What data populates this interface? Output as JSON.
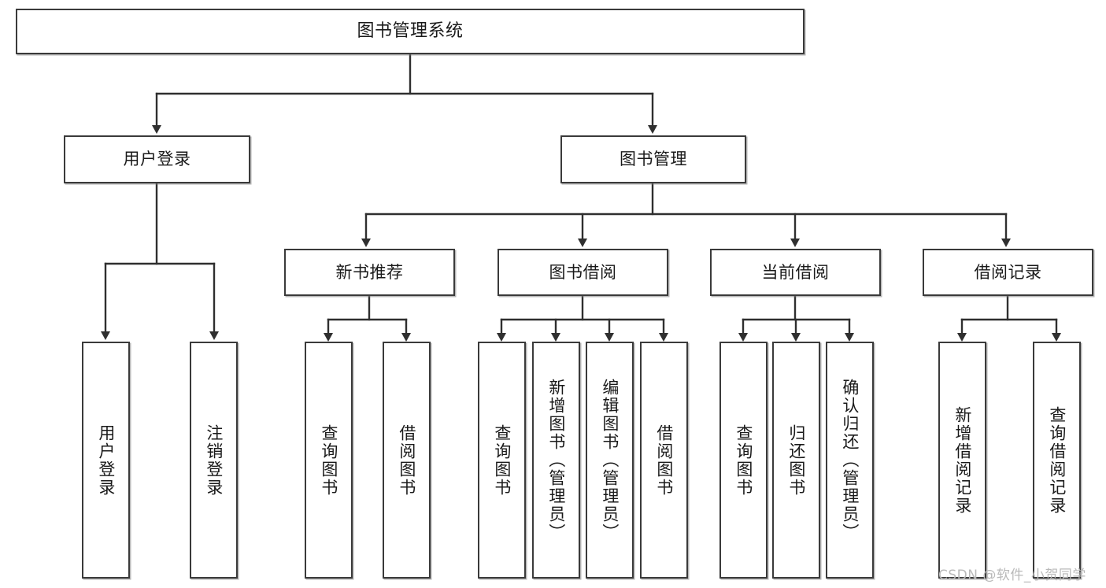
{
  "diagram": {
    "type": "tree",
    "title": "图书管理系统",
    "root": {
      "id": "root",
      "label": "图书管理系统"
    },
    "level2": [
      {
        "id": "user-login",
        "label": "用户登录"
      },
      {
        "id": "book-mgmt",
        "label": "图书管理"
      }
    ],
    "level3": [
      {
        "id": "new-book-rec",
        "label": "新书推荐",
        "parent": "book-mgmt"
      },
      {
        "id": "book-borrow",
        "label": "图书借阅",
        "parent": "book-mgmt"
      },
      {
        "id": "current-borrow",
        "label": "当前借阅",
        "parent": "book-mgmt"
      },
      {
        "id": "borrow-record",
        "label": "借阅记录",
        "parent": "book-mgmt"
      }
    ],
    "leaves": [
      {
        "id": "leaf-user-login",
        "label": "用户登录",
        "parent": "user-login"
      },
      {
        "id": "leaf-user-logout",
        "label": "注销登录",
        "parent": "user-login"
      },
      {
        "id": "leaf-query-book-1",
        "label": "查询图书",
        "parent": "new-book-rec"
      },
      {
        "id": "leaf-borrow-book-1",
        "label": "借阅图书",
        "parent": "new-book-rec"
      },
      {
        "id": "leaf-query-book-2",
        "label": "查询图书",
        "parent": "book-borrow"
      },
      {
        "id": "leaf-add-book",
        "label": "新增图书（管理员）",
        "parent": "book-borrow"
      },
      {
        "id": "leaf-edit-book",
        "label": "编辑图书（管理员）",
        "parent": "book-borrow"
      },
      {
        "id": "leaf-borrow-book-2",
        "label": "借阅图书",
        "parent": "book-borrow"
      },
      {
        "id": "leaf-query-book-3",
        "label": "查询图书",
        "parent": "current-borrow"
      },
      {
        "id": "leaf-return-book",
        "label": "归还图书",
        "parent": "current-borrow"
      },
      {
        "id": "leaf-confirm-return",
        "label": "确认归还（管理员）",
        "parent": "current-borrow"
      },
      {
        "id": "leaf-add-record",
        "label": "新增借阅记录",
        "parent": "borrow-record"
      },
      {
        "id": "leaf-query-record",
        "label": "查询借阅记录",
        "parent": "borrow-record"
      }
    ],
    "watermark": "CSDN @软件_小贺同学",
    "colors": {
      "stroke": "#3a3a3a",
      "fill": "#ffffff",
      "text": "#1a1a1a",
      "watermark": "#b9b9b9"
    }
  }
}
